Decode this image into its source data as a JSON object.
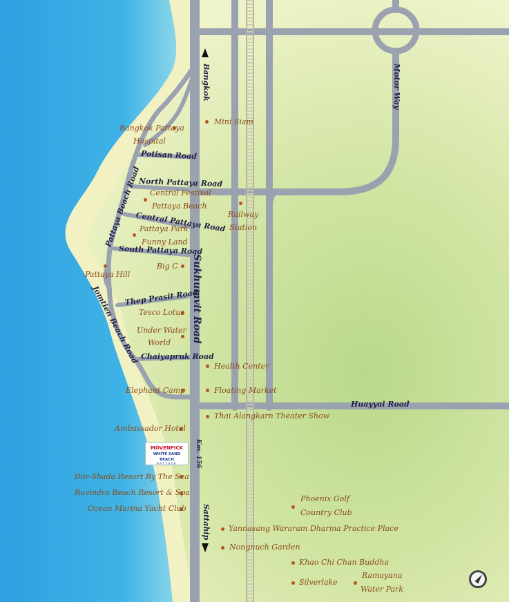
{
  "roads": {
    "potisan": "Potisan Road",
    "north_pattaya": "North Pattaya Road",
    "central_pattaya": "Central Pattaya Road",
    "south_pattaya": "South Pattaya Road",
    "pattaya_beach": "Pattaya Beach Road",
    "thep_prasit": "Thep Prasit Road",
    "jomtien_beach": "Jomtien Beach Road",
    "chaiyapruk": "Chaiyapruk Road",
    "sukhumvit": "Sukhumvit Road",
    "huayyai": "Huayyai Road",
    "motorway": "Motor Way"
  },
  "directions": {
    "bangkok": "Bangkok",
    "sattahip": "Sattahip",
    "km": "Km. 156"
  },
  "places": {
    "mini_siam": "Mini Siam",
    "bangkok_hospital_1": "Bangkok Pattaya",
    "bangkok_hospital_2": "Hospital",
    "central_festival_1": "Central Festival",
    "central_festival_2": "Pattaya Beach",
    "pattaya_park": "Pattaya Park",
    "funny_land": "Funny Land",
    "railway_1": "Railway",
    "railway_2": "Station",
    "pattaya_hill": "Pattaya Hill",
    "big_c": "Big C",
    "tesco": "Tesco Lotus",
    "underwater_1": "Under Water",
    "underwater_2": "World",
    "health_center": "Health Center",
    "elephant_camp": "Elephant Camp",
    "floating_market": "Floating Market",
    "thai_alangkarn": "Thai Alangkarn Theater Show",
    "ambassador": "Ambassador Hotel",
    "dor_shada": "Dor-Shada Resort By The Sea",
    "ravindra": "Ravindra Beach Resort & Spa",
    "ocean_marina": "Ocean Marina Yacht Club",
    "phoenix_1": "Phoenix Golf",
    "phoenix_2": "Country Club",
    "yannasang": "Yannasang Wararam Dharma Practice Place",
    "nongnuch": "Nongnuch Garden",
    "khao_chi_chan": "Khao Chi Chan Buddha",
    "silverlake": "Silverlake",
    "ramayana_1": "Ramayana",
    "ramayana_2": "Water Park"
  },
  "logo": {
    "brand": "MÖVENPICK",
    "line2": "WHITE SAND BEACH",
    "line3": "PATTAYA"
  },
  "colors": {
    "sea": "#3aa7dd",
    "sand": "#f2f2c2",
    "land": "#e6efbf",
    "road": "#9aa2b0",
    "label": "#8a4a18",
    "road_label": "#1f2144"
  }
}
